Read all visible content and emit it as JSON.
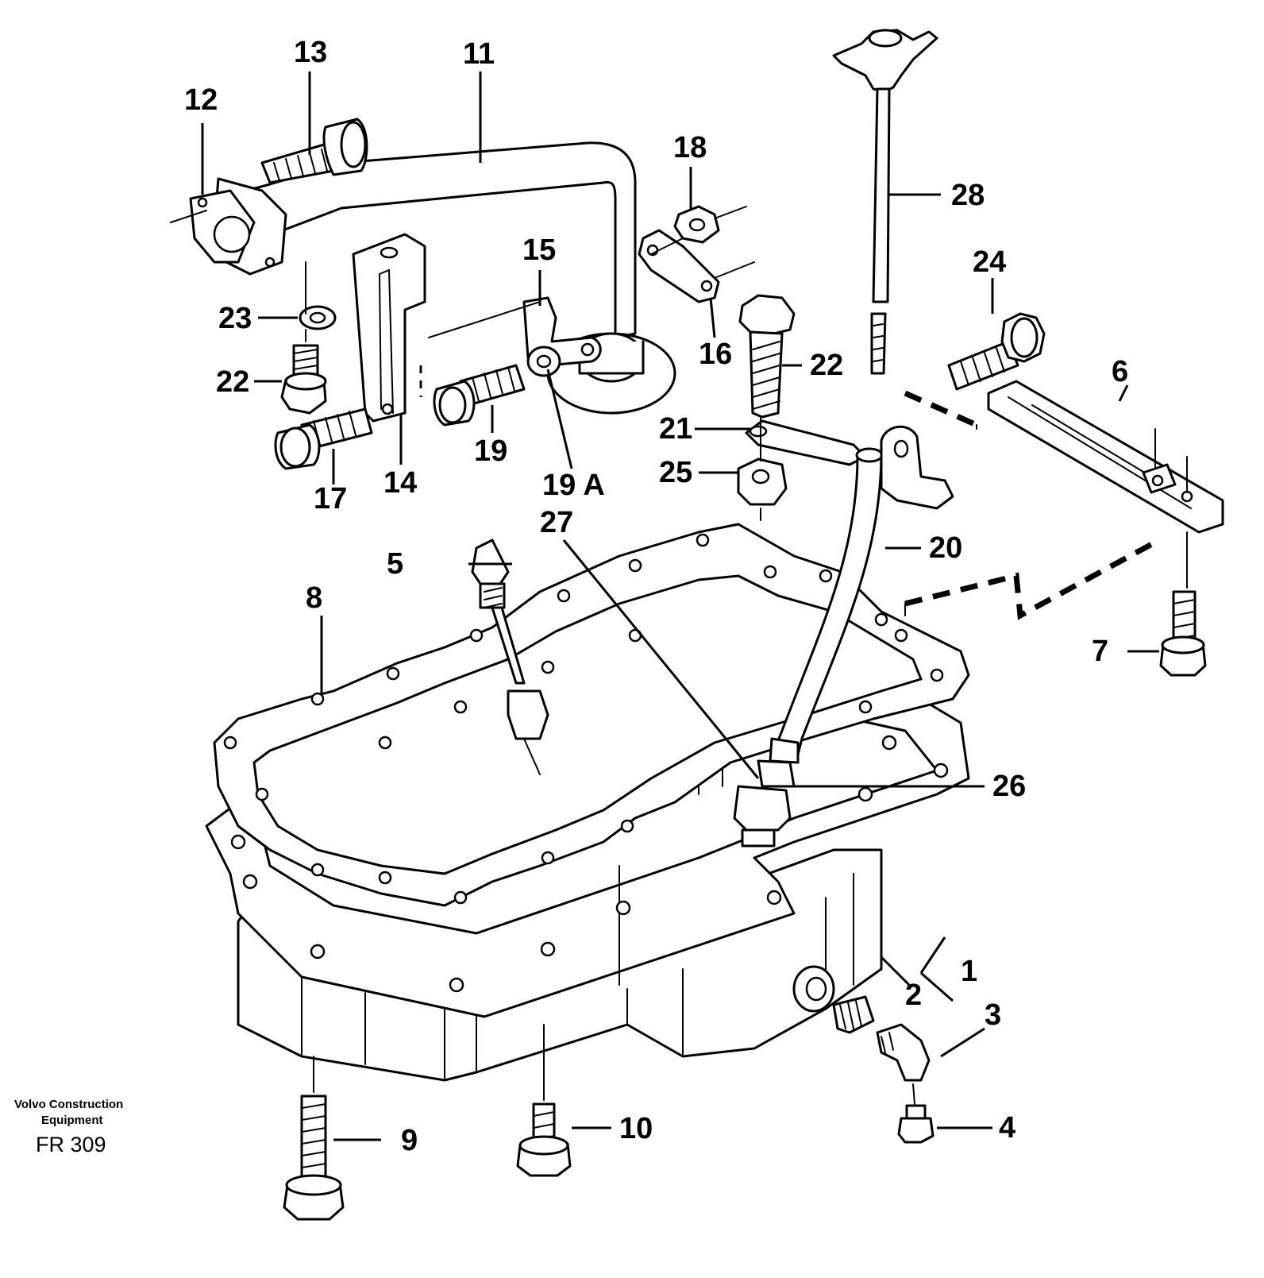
{
  "callouts": [
    {
      "id": "c1",
      "text": "1"
    },
    {
      "id": "c2",
      "text": "2"
    },
    {
      "id": "c3",
      "text": "3"
    },
    {
      "id": "c4",
      "text": "4"
    },
    {
      "id": "c5",
      "text": "5"
    },
    {
      "id": "c6",
      "text": "6"
    },
    {
      "id": "c7",
      "text": "7"
    },
    {
      "id": "c8",
      "text": "8"
    },
    {
      "id": "c9",
      "text": "9"
    },
    {
      "id": "c10",
      "text": "10"
    },
    {
      "id": "c11",
      "text": "11"
    },
    {
      "id": "c12",
      "text": "12"
    },
    {
      "id": "c13",
      "text": "13"
    },
    {
      "id": "c14",
      "text": "14"
    },
    {
      "id": "c15",
      "text": "15"
    },
    {
      "id": "c16",
      "text": "16"
    },
    {
      "id": "c17",
      "text": "17"
    },
    {
      "id": "c18",
      "text": "18"
    },
    {
      "id": "c19",
      "text": "19"
    },
    {
      "id": "c19a",
      "text": "19 A"
    },
    {
      "id": "c20",
      "text": "20"
    },
    {
      "id": "c21",
      "text": "21"
    },
    {
      "id": "c22a",
      "text": "22"
    },
    {
      "id": "c22b",
      "text": "22"
    },
    {
      "id": "c23",
      "text": "23"
    },
    {
      "id": "c24",
      "text": "24"
    },
    {
      "id": "c25",
      "text": "25"
    },
    {
      "id": "c26",
      "text": "26"
    },
    {
      "id": "c27",
      "text": "27"
    },
    {
      "id": "c28",
      "text": "28"
    }
  ],
  "credit": {
    "line1": "Volvo Construction",
    "line2": "Equipment",
    "code": "FR 309"
  }
}
